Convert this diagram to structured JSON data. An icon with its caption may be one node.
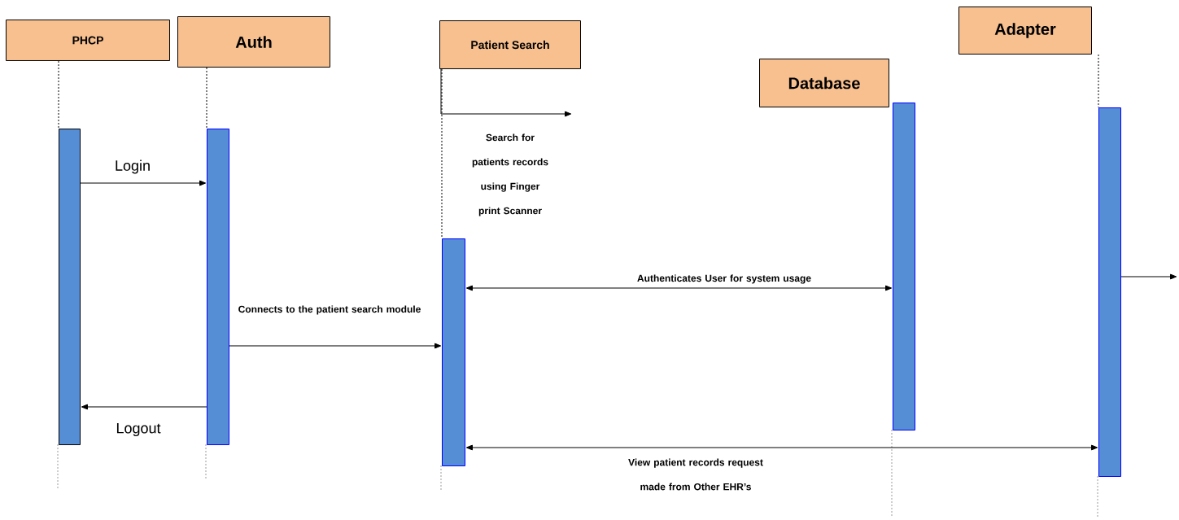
{
  "diagram": {
    "nodes": [
      {
        "text": [
          "PHCP"
        ]
      },
      {
        "text": [
          "Auth"
        ]
      },
      {
        "text": [
          "Patient Search"
        ]
      },
      {
        "text": [
          "Database"
        ]
      },
      {
        "text": [
          "Adapter"
        ]
      },
      {
        "text": [],
        "shape": "bar"
      },
      {
        "text": [],
        "shape": "bar"
      },
      {
        "text": [],
        "shape": "bar"
      },
      {
        "text": [],
        "shape": "bar"
      },
      {
        "text": [],
        "shape": "bar"
      }
    ],
    "edges": [
      {
        "from": 0,
        "to": 5,
        "arrow": "none",
        "style": "dashed"
      },
      {
        "from": 1,
        "to": 6,
        "arrow": "none",
        "style": "dashed"
      },
      {
        "from": 2,
        "to": 7,
        "arrow": "none",
        "style": "dashed"
      },
      {
        "from": 4,
        "to": 9,
        "arrow": "none",
        "style": "dashed"
      },
      {
        "from": 5,
        "to": 6,
        "arrow": "to",
        "label": "Login"
      },
      {
        "from": 6,
        "to": 5,
        "arrow": "to",
        "label": "Logout"
      },
      {
        "from": 6,
        "to": 7,
        "arrow": "to",
        "label": "Connects to the patient search module"
      },
      {
        "from": 2,
        "to": null,
        "arrow": "to",
        "label": "Search for patients records using Finger print Scanner"
      },
      {
        "from": 7,
        "to": 8,
        "arrow": "both",
        "label": "Authenticates User for system usage"
      },
      {
        "from": 7,
        "to": 9,
        "arrow": "both",
        "label": "View patient records request made from Other EHR’s"
      },
      {
        "from": 9,
        "to": null,
        "arrow": "to"
      }
    ]
  }
}
